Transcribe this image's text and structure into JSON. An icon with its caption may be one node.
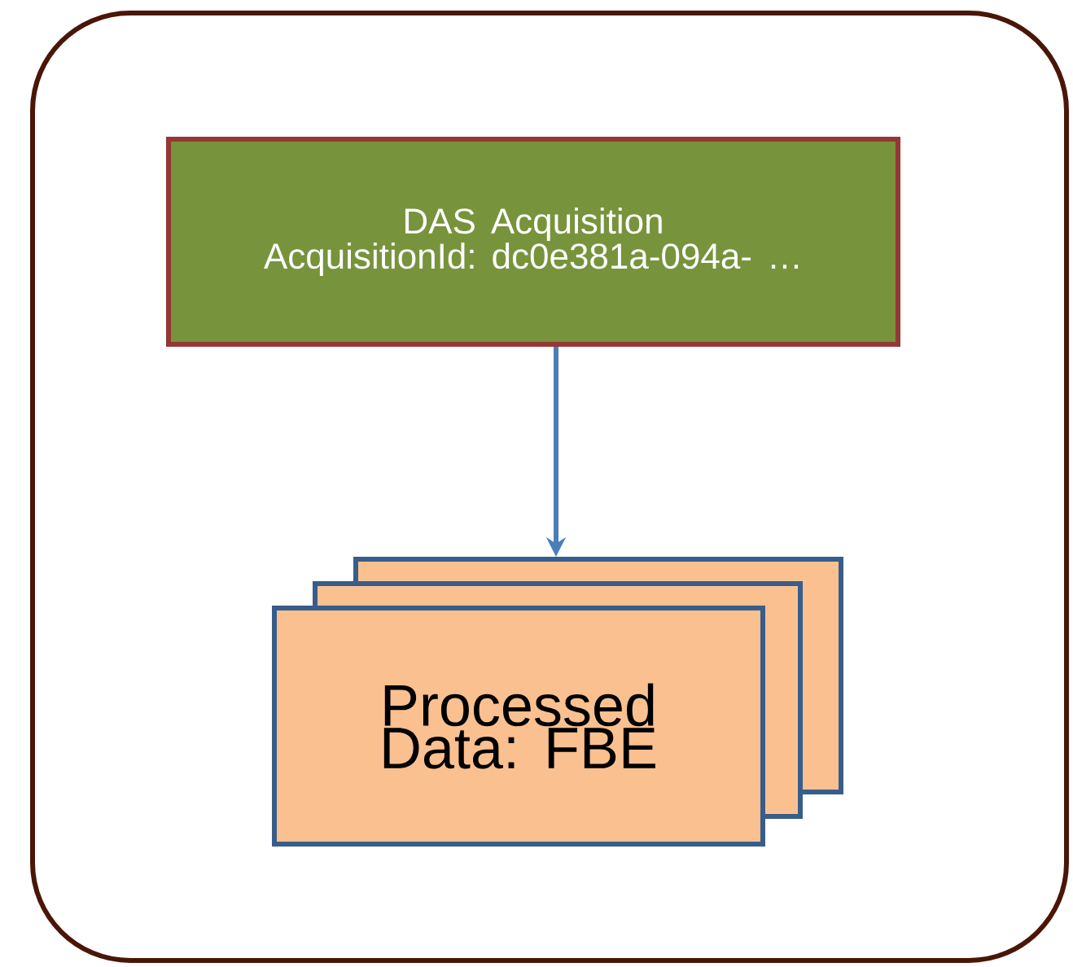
{
  "diagram": {
    "nodes": [
      {
        "text": [],
        "shape": "box"
      },
      {
        "text": [
          "DAS Acquisition",
          "AcquisitionId: dc0e381a-094a- …"
        ],
        "in": 0
      },
      {
        "text": [
          "Processed Data: FBE"
        ],
        "in": 0
      }
    ],
    "edges": [
      {
        "from": 1,
        "to": 2,
        "arrow": "to"
      }
    ]
  }
}
